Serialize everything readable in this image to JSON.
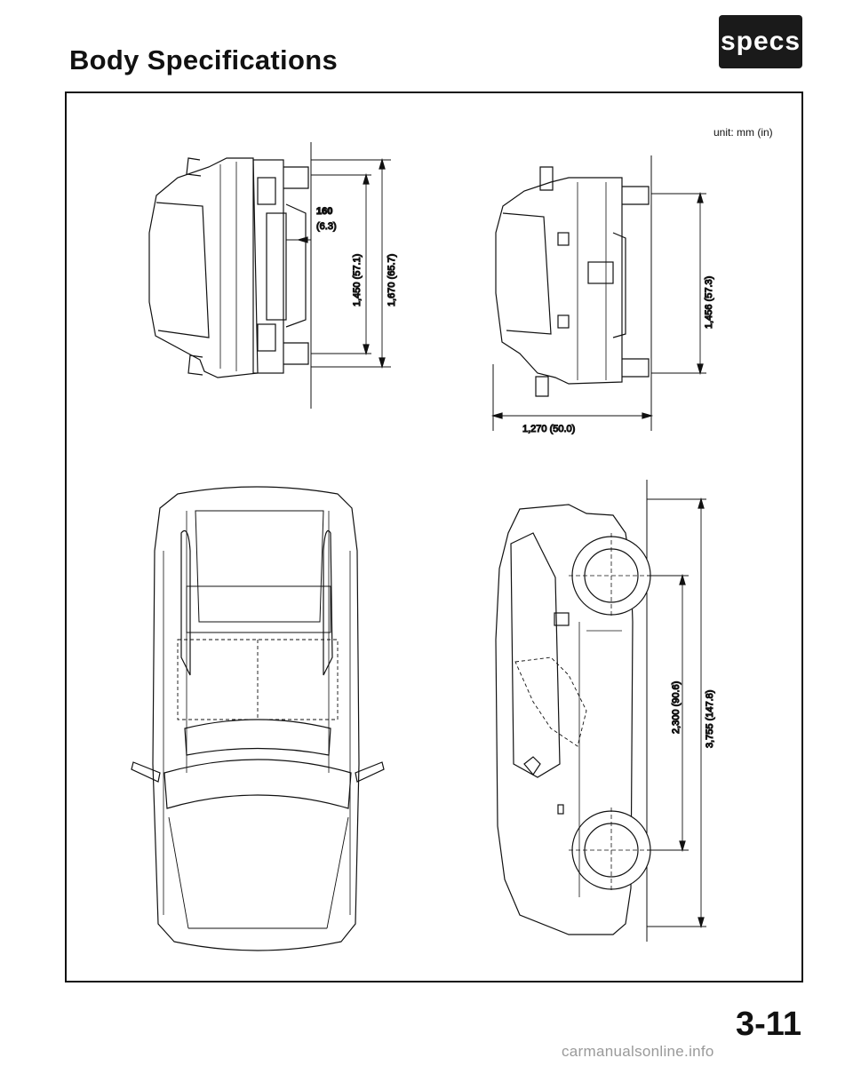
{
  "header": {
    "title": "Body Specifications",
    "badge": "specs"
  },
  "unit_note": "unit: mm (in)",
  "dimensions": {
    "front_offset": "160",
    "front_offset_in": "(6.3)",
    "front_height_body": "1,450 (57.1)",
    "front_height_total": "1,670 (65.7)",
    "rear_height": "1,456 (57.3)",
    "rear_width": "1,270 (50.0)",
    "wheelbase": "2,300 (90.6)",
    "overall_length": "3,755 (147.8)"
  },
  "footer": {
    "page_number": "3-11",
    "watermark": "carmanualsonline.info"
  }
}
